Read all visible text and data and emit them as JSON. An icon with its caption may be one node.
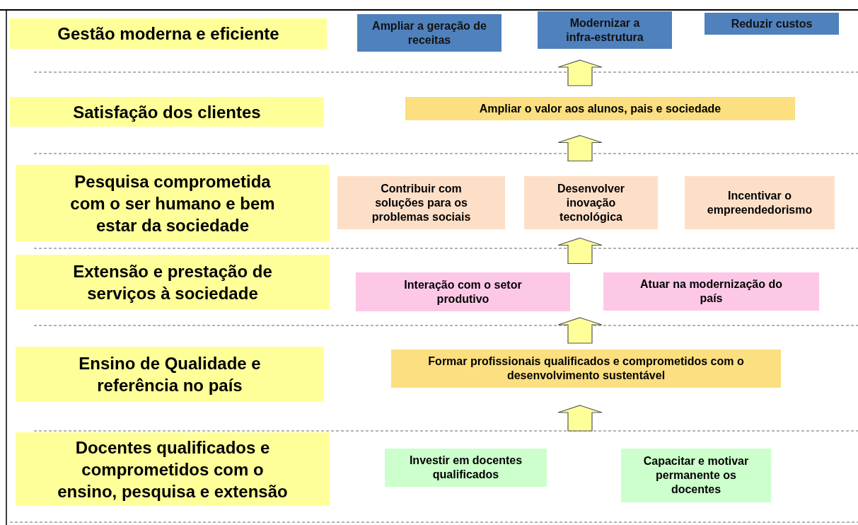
{
  "diagram": {
    "nodes": [
      {
        "text": [
          "Gestão moderna e eficiente"
        ]
      },
      {
        "text": [
          "Ampliar a geração de receitas"
        ]
      },
      {
        "text": [
          "Modernizar a infra-estrutura"
        ]
      },
      {
        "text": [
          "Reduzir custos"
        ]
      },
      {
        "text": [
          "Satisfação dos clientes"
        ]
      },
      {
        "text": [
          "Ampliar o valor aos alunos, pais e sociedade"
        ]
      },
      {
        "text": [
          "Pesquisa comprometida com o ser humano e bem estar da sociedade"
        ]
      },
      {
        "text": [
          "Contribuir com soluções para os problemas sociais"
        ]
      },
      {
        "text": [
          "Desenvolver inovação tecnológica"
        ]
      },
      {
        "text": [
          "Incentivar o empreendedorismo"
        ]
      },
      {
        "text": [
          "Extensão e prestação de serviços à sociedade"
        ]
      },
      {
        "text": [
          "Interação com o setor produtivo"
        ]
      },
      {
        "text": [
          "Atuar na modernização do país"
        ]
      },
      {
        "text": [
          "Ensino de Qualidade e referência no país"
        ]
      },
      {
        "text": [
          "Formar profissionais qualificados e comprometidos com o desenvolvimento sustentável"
        ]
      },
      {
        "text": [
          "Docentes qualificados e comprometidos com o ensino, pesquisa e extensão"
        ]
      },
      {
        "text": [
          "Investir em docentes qualificados"
        ]
      },
      {
        "text": [
          "Capacitar e motivar permanente os docentes"
        ]
      }
    ],
    "edges": [
      {
        "from": 5,
        "to": 2,
        "arrow": "to"
      },
      {
        "from": 8,
        "to": 5,
        "arrow": "to"
      },
      {
        "from": 11,
        "to": 8,
        "arrow": "to"
      },
      {
        "from": 14,
        "to": 11,
        "arrow": "to"
      },
      {
        "from": 16,
        "to": 14,
        "arrow": "to"
      }
    ]
  }
}
